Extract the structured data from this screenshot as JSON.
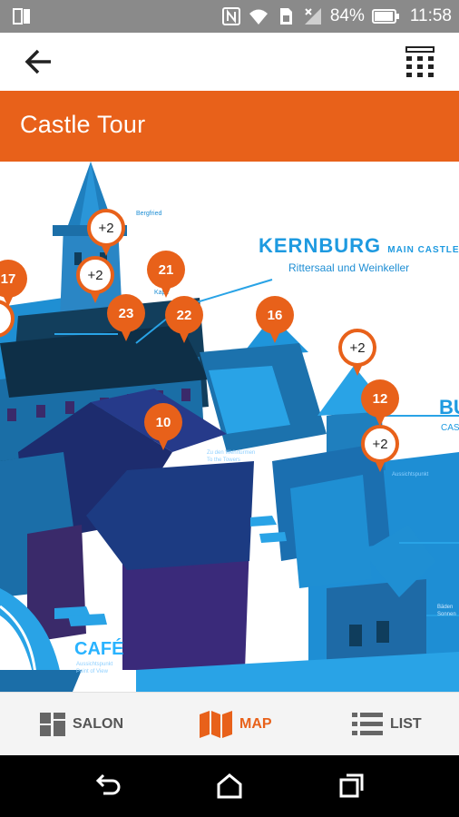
{
  "status_bar": {
    "battery": "84%",
    "time": "11:58"
  },
  "header": {
    "title": "Castle Tour"
  },
  "map": {
    "pins": [
      {
        "label": "17",
        "kind": "number"
      },
      {
        "label": "+2",
        "kind": "cluster"
      },
      {
        "label": "+2",
        "kind": "cluster"
      },
      {
        "label": "21",
        "kind": "number"
      },
      {
        "label": "23",
        "kind": "number"
      },
      {
        "label": "22",
        "kind": "number"
      },
      {
        "label": "16",
        "kind": "number"
      },
      {
        "label": "+2",
        "kind": "cluster"
      },
      {
        "label": "12",
        "kind": "number"
      },
      {
        "label": "+2",
        "kind": "cluster"
      },
      {
        "label": "10",
        "kind": "number"
      }
    ],
    "labels": {
      "kernburg": "KERNBURG",
      "main_castle": "MAIN CASTLE",
      "rittersaal": "Rittersaal und Weinkeller",
      "bergfried": "Bergfried",
      "kapelle": "Kape",
      "wehrturm_de": "Zu den Wehrtürmen",
      "wehrturm_en": "To the Towers",
      "aussicht_right": "Aussichtspunkt",
      "bu": "BU",
      "cas": "CAS",
      "cafe": "CAFÉ",
      "aussicht_cafe": "Aussichtspunkt",
      "point_of_view": "Point of View",
      "baden": "Bäden",
      "sonnen": "Sonnen"
    }
  },
  "tabs": [
    {
      "label": "SALON",
      "icon": "grid-icon",
      "active": false
    },
    {
      "label": "MAP",
      "icon": "map-icon",
      "active": true
    },
    {
      "label": "LIST",
      "icon": "list-icon",
      "active": false
    }
  ],
  "colors": {
    "accent": "#e8611a",
    "toolbar": "#ffffff",
    "status_bar": "#8a8a8a",
    "map_blue": "#1e8ed4"
  }
}
